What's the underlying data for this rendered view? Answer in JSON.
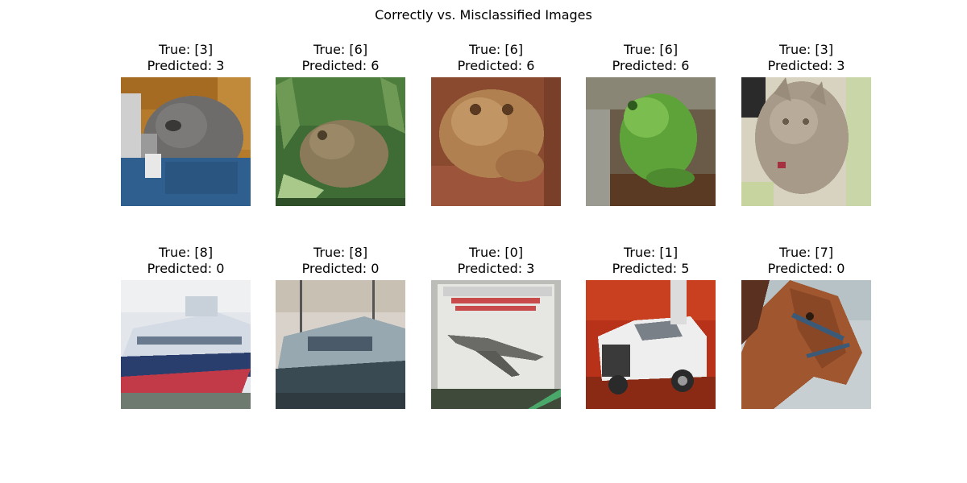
{
  "figure": {
    "title": "Correctly vs. Misclassified Images"
  },
  "chart_data": {
    "type": "image_grid",
    "title": "Correctly vs. Misclassified Images",
    "rows": 2,
    "cols": 5,
    "panels": [
      {
        "true_label": "True: [3]",
        "predicted_label": "Predicted: 3",
        "true": 3,
        "predicted": 3,
        "subject": "cat"
      },
      {
        "true_label": "True: [6]",
        "predicted_label": "Predicted: 6",
        "true": 6,
        "predicted": 6,
        "subject": "frog"
      },
      {
        "true_label": "True: [6]",
        "predicted_label": "Predicted: 6",
        "true": 6,
        "predicted": 6,
        "subject": "frog"
      },
      {
        "true_label": "True: [6]",
        "predicted_label": "Predicted: 6",
        "true": 6,
        "predicted": 6,
        "subject": "frog"
      },
      {
        "true_label": "True: [3]",
        "predicted_label": "Predicted: 3",
        "true": 3,
        "predicted": 3,
        "subject": "cat"
      },
      {
        "true_label": "True: [8]",
        "predicted_label": "Predicted: 0",
        "true": 8,
        "predicted": 0,
        "subject": "ship"
      },
      {
        "true_label": "True: [8]",
        "predicted_label": "Predicted: 0",
        "true": 8,
        "predicted": 0,
        "subject": "ship"
      },
      {
        "true_label": "True: [0]",
        "predicted_label": "Predicted: 3",
        "true": 0,
        "predicted": 3,
        "subject": "airplane"
      },
      {
        "true_label": "True: [1]",
        "predicted_label": "Predicted: 5",
        "true": 1,
        "predicted": 5,
        "subject": "automobile"
      },
      {
        "true_label": "True: [7]",
        "predicted_label": "Predicted: 0",
        "true": 7,
        "predicted": 0,
        "subject": "horse"
      }
    ]
  }
}
